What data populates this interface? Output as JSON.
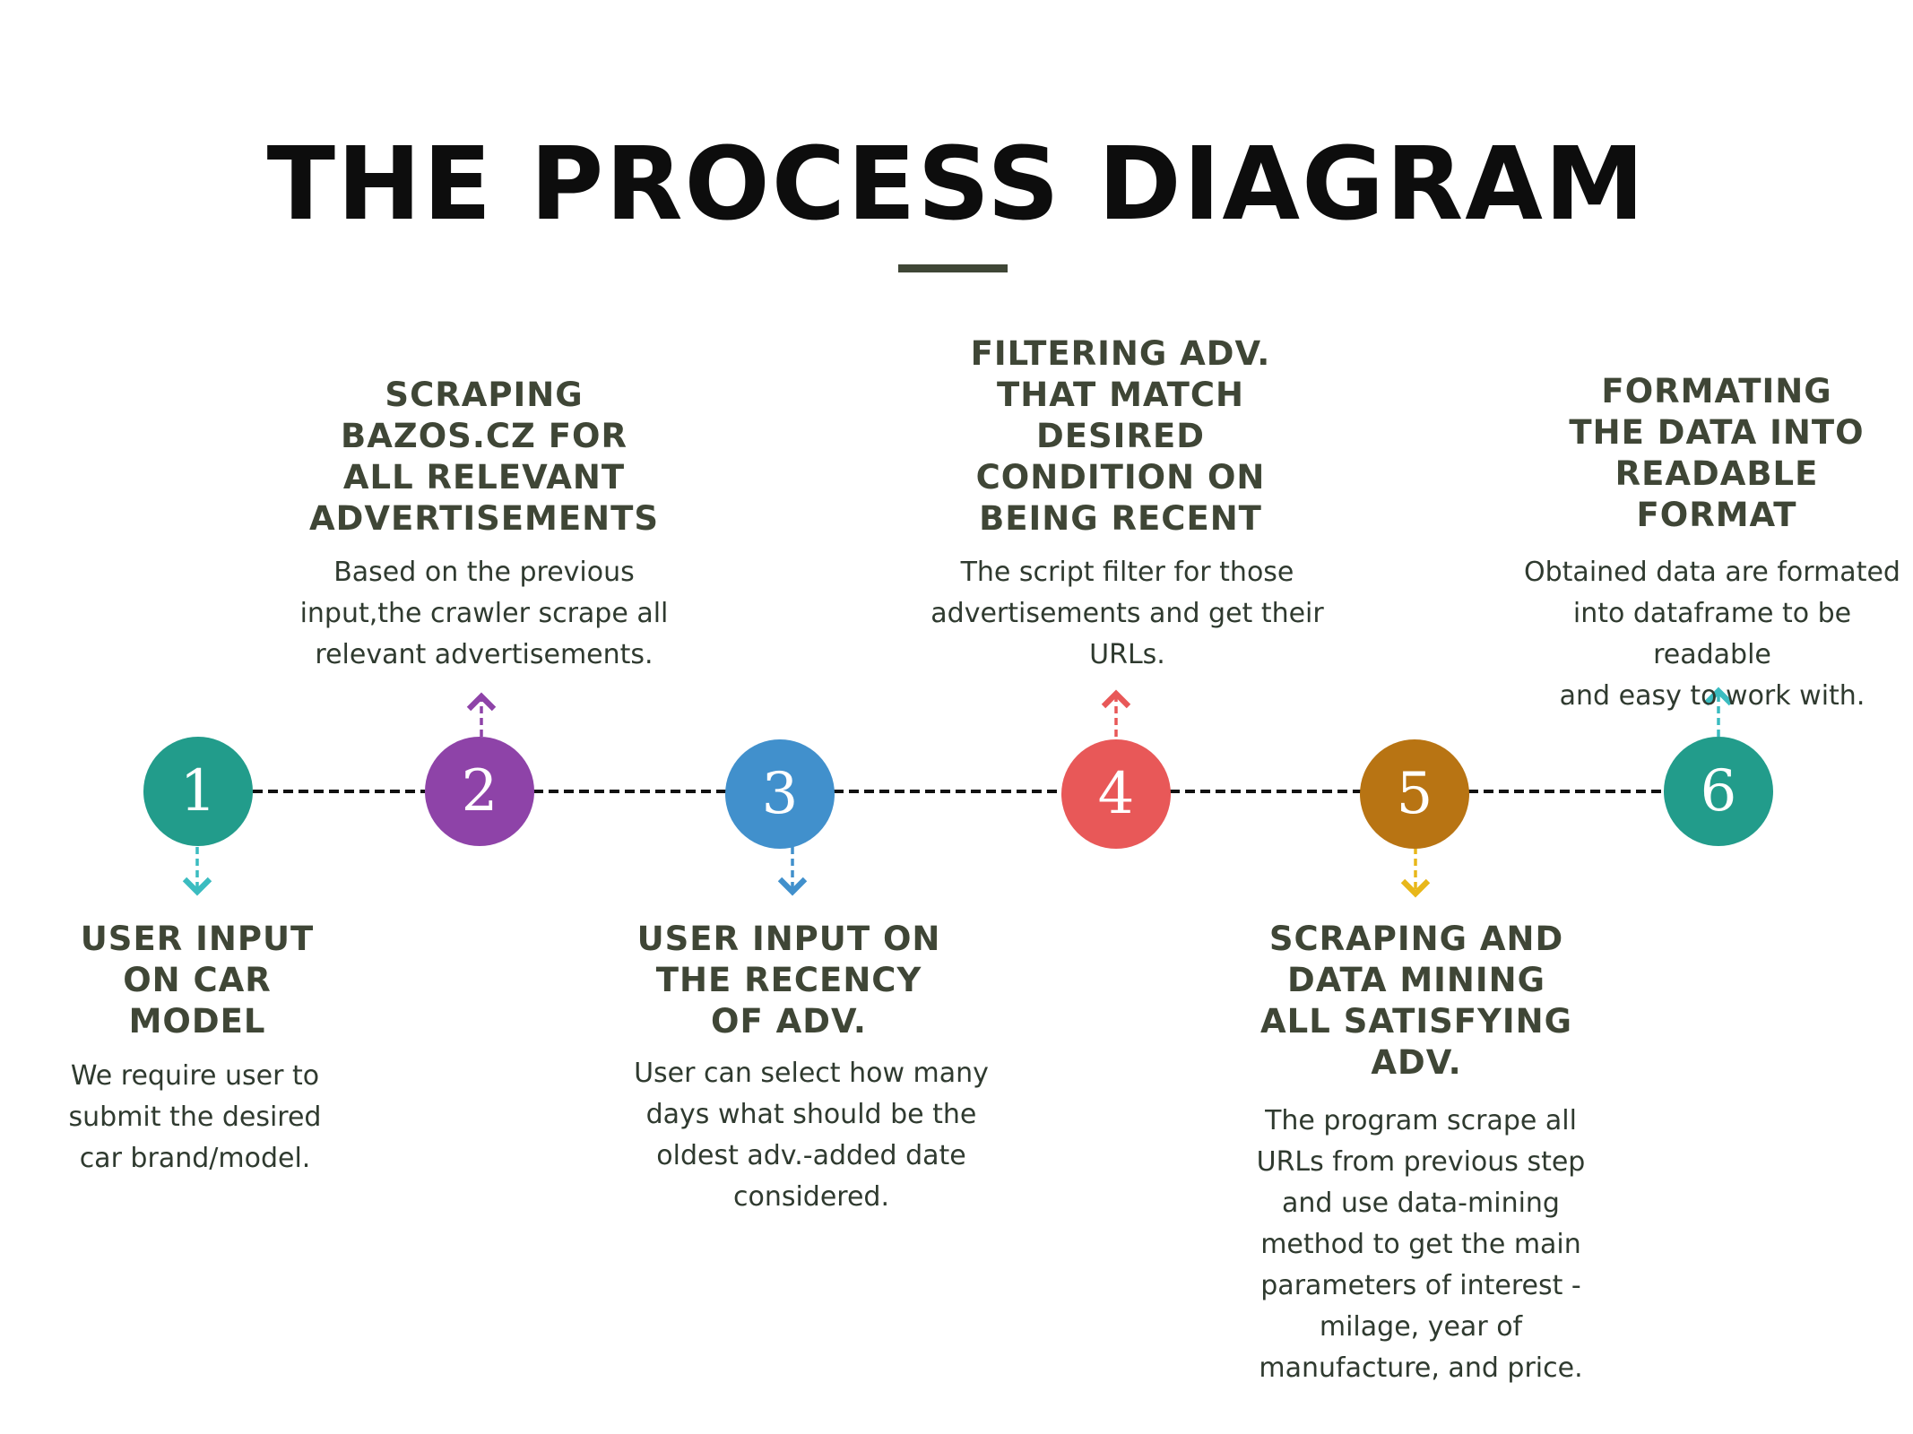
{
  "title": "THE PROCESS DIAGRAM",
  "colors": {
    "title": "#0d0d0d",
    "rule": "#3f4636",
    "heading": "#3f4636",
    "text": "#2f3a2f",
    "connector": "#111111"
  },
  "steps": [
    {
      "number": "1",
      "color": "#229c8b",
      "arrow_color": "#3bbcc0",
      "heading": "USER INPUT\nON CAR\nMODEL",
      "description": "We require user to\nsubmit the desired\ncar brand/model."
    },
    {
      "number": "2",
      "color": "#8e43a8",
      "arrow_color": "#8e43a8",
      "heading": "SCRAPING\nBAZOS.CZ FOR\nALL RELEVANT\nADVERTISEMENTS",
      "description": "Based on the previous\ninput,the crawler scrape all\nrelevant advertisements."
    },
    {
      "number": "3",
      "color": "#4190cc",
      "arrow_color": "#4190cc",
      "heading": "USER INPUT ON\nTHE RECENCY\nOF ADV.",
      "description": "User can select how many\ndays what should be the\noldest adv.-added date\nconsidered."
    },
    {
      "number": "4",
      "color": "#e85858",
      "arrow_color": "#e85858",
      "heading": "FILTERING ADV.\nTHAT MATCH\nDESIRED\nCONDITION ON\nBEING RECENT",
      "description": "The script filter for those\nadvertisements and get their\nURLs."
    },
    {
      "number": "5",
      "color": "#b87413",
      "arrow_color": "#e8b71a",
      "heading": "SCRAPING AND\nDATA MINING\nALL SATISFYING\nADV.",
      "description": "The program scrape all\nURLs from previous step\nand use data-mining\nmethod to get the main\nparameters of interest -\nmilage, year of\nmanufacture, and price."
    },
    {
      "number": "6",
      "color": "#229c8b",
      "arrow_color": "#3bbcc0",
      "heading": "FORMATING\nTHE DATA INTO\nREADABLE\nFORMAT",
      "description": "Obtained data are formated\ninto dataframe to be readable\nand easy to work with."
    }
  ]
}
